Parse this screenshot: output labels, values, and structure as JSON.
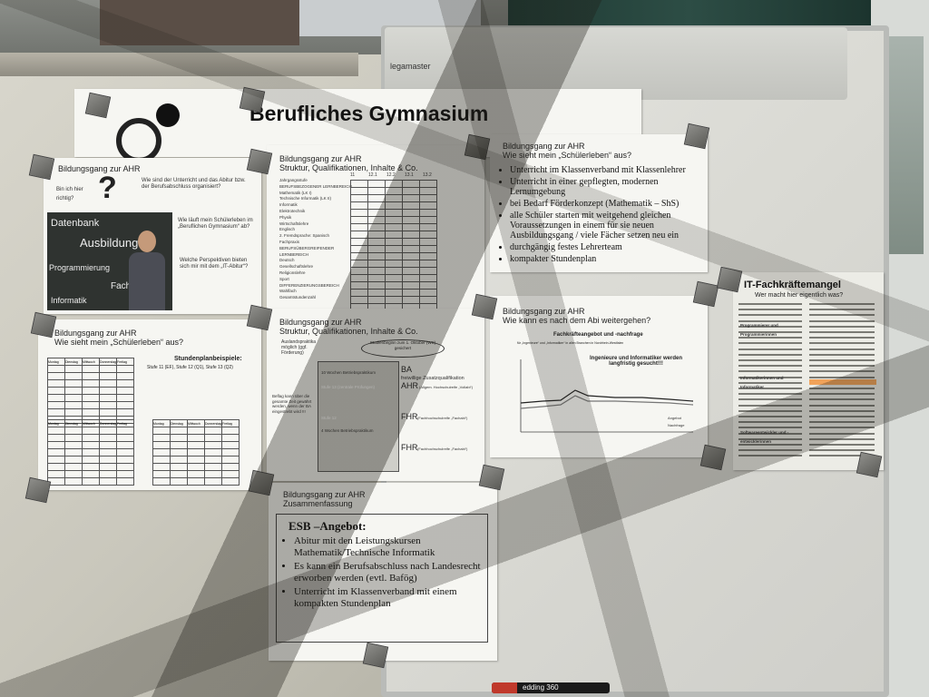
{
  "board": {
    "brand": "legamaster",
    "pen_label": "edding 360"
  },
  "title": "Berufliches Gymnasium",
  "sheets": {
    "s1": {
      "head1": "Bildungsgang zur AHR",
      "bubble1": "Bin ich hier richtig?",
      "bubble2": "Wie sind der Unterricht und das Abitur bzw. der Berufsabschluss organisiert?",
      "bubble3": "Wie läuft mein Schülerleben im „Beruflichen Gymnasium“ ab?",
      "bubble4": "Welche Perspektiven bieten sich mir mit dem „IT-Abitur“?",
      "chalk1": "Datenbank",
      "chalk2": "Ausbildung",
      "chalk3": "Programmierung",
      "chalk4": "Fachpraxis",
      "chalk5": "Informatik"
    },
    "s2": {
      "head1": "Bildungsgang zur AHR",
      "head2": "Struktur, Qualifikationen, Inhalte & Co.",
      "row_labels": [
        "Jahrgangsstufe",
        "BERUFSBEZOGENER LERNBEREICH",
        "Mathematik (LK I)",
        "Technische Informatik (LK II)",
        "Informatik",
        "Elektrotechnik",
        "Physik",
        "Wirtschaftslehre",
        "Englisch",
        "2. Fremdsprache: Spanisch",
        "Fachpraxis",
        "BERUFSÜBERGREIFENDER LERNBEREICH",
        "Deutsch",
        "Gesellschaftslehre",
        "Religionslehre",
        "Sport",
        "DIFFERENZIERUNGSBEREICH",
        "Wahlfach",
        "Gesamtstundenzahl"
      ],
      "col_heads": [
        "11",
        "12.1",
        "12.2",
        "13.1",
        "13.2"
      ]
    },
    "s3": {
      "head1": "Bildungsgang zur AHR",
      "head2": "Wie sieht mein „Schülerleben“ aus?",
      "bullets": [
        "Unterricht im Klassenverband mit Klassenlehrer",
        "Unterricht in einer gepflegten, modernen Lernumgebung",
        "bei Bedarf Förderkonzept (Mathematik – ShS)",
        "alle Schüler starten mit weitgehend gleichen Voraussetzungen in einem für sie neuen Ausbildungsgang / viele Fächer setzen neu ein",
        "durchgängig festes Lehrerteam",
        "kompakter Stundenplan"
      ]
    },
    "s4": {
      "head1": "Bildungsgang zur AHR",
      "head2": "Wie sieht mein „Schülerleben“ aus?",
      "plan_title": "Stundenplanbeispiele:",
      "plan_sub": "Stufe 11 (EF), Stufe 12 (Q1), Stufe 13 (Q2)",
      "days": [
        "Montag",
        "Dienstag",
        "Mittwoch",
        "Donnerstag",
        "Freitag"
      ]
    },
    "s5": {
      "head1": "Bildungsgang zur AHR",
      "head2": "Struktur, Qualifikationen, Inhalte & Co.",
      "left_note": "Auslandspraktika möglich (ggf. Förderung)",
      "oval": "Studienbeginn zum 1. Oktober (WS) gesichert",
      "ba": "BA",
      "ba_sub": "freiwillige Zusatzqualifikation",
      "ahr": "AHR",
      "ahr_sub": "(Allgem. Hochschulreife „Vollabi“)",
      "fhr1": "FHR",
      "fhr1_sub": "(Fachhochschulreife „Fachabi“)",
      "fhr2": "FHR",
      "fhr2_sub": "(Fachhochschulreife „Fachabi“)",
      "box1": "10 Wochen Betriebspraktikum",
      "box2": "Stufe 13 (zentrale Prüfungen)",
      "box3": "Stufe 12",
      "box4": "4 Wochen Betriebspraktikum",
      "bottom_note": "Beflag kann über die gesamte Zeit gewährt werden, wenn der BA eingestrebt wird !!!"
    },
    "s6": {
      "head1": "Bildungsgang zur AHR",
      "head2": "Wie kann es nach dem Abi weitergehen?",
      "chart_title": "Fachkräfteangebot und -nachfrage",
      "chart_sub": "für „Ingenieure“ und „Informatiker“ in allen Branchen in Nordrhein-Westfalen",
      "chart_caption": "Ingenieure und Informatiker werden langfristig gesucht!!!",
      "legend": [
        "Angebot",
        "Nachfrage"
      ]
    },
    "s7": {
      "head1": "Bildungsgang zur AHR",
      "head2": "Zusammenfassung",
      "esb": "ESB –Angebot:",
      "bullets": [
        "Abitur mit den Leistungskursen Mathematik/Technische Informatik",
        "Es kann ein Berufsabschluss nach Landesrecht erworben werden (evtl. Bafög)",
        "Unterricht im Klassenverband mit einem kompakten Stundenplan"
      ]
    },
    "s8": {
      "title": "IT-Fachkräftemangel",
      "subtitle": "Wer macht hier eigentlich was?",
      "sections": [
        "Programmierer und Programmierinnen",
        "Informatikerinnen und Informatiker",
        "Softwareentwickler und -entwicklerinnen"
      ]
    }
  }
}
